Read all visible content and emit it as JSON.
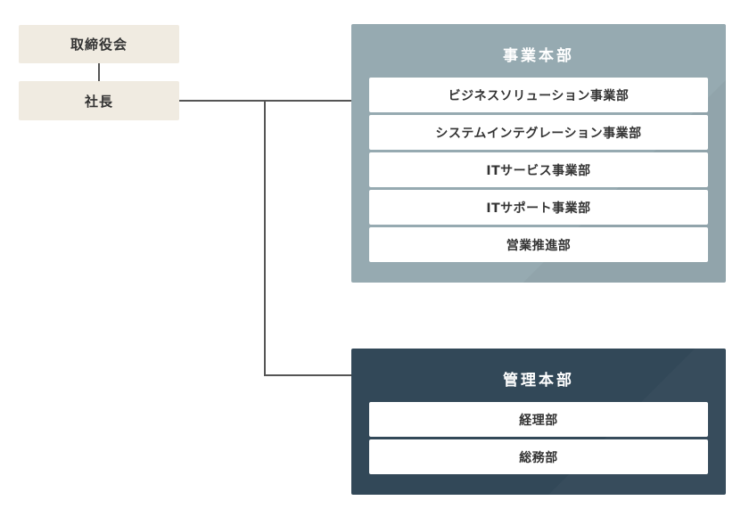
{
  "board": {
    "label": "取締役会"
  },
  "president": {
    "label": "社長"
  },
  "business_division": {
    "title": "事業本部",
    "departments": [
      "ビジネスソリューション事業部",
      "システムインテグレーション事業部",
      "ITサービス事業部",
      "ITサポート事業部",
      "営業推進部"
    ]
  },
  "admin_division": {
    "title": "管理本部",
    "departments": [
      "経理部",
      "総務部"
    ]
  },
  "colors": {
    "top_node_bg": "#f0ebe1",
    "business_division_bg": "#96aab1",
    "admin_division_bg": "#324858",
    "connector": "#555555",
    "department_bg": "#ffffff"
  }
}
